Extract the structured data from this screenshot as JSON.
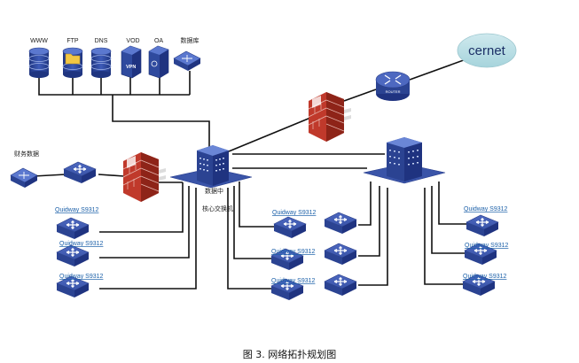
{
  "servers": [
    {
      "id": "www",
      "label": "WWW"
    },
    {
      "id": "ftp",
      "label": "FTP"
    },
    {
      "id": "dns",
      "label": "DNS"
    },
    {
      "id": "vod",
      "label": "VOD"
    },
    {
      "id": "oa",
      "label": "OA"
    },
    {
      "id": "db",
      "label": "数据库"
    }
  ],
  "cloud_label": "cernet",
  "router_label": "ROUTER",
  "finance_label": "财务数据",
  "core_label_1": "数据中",
  "core_label_2": "核心交换机",
  "switch_model": "Quidway S9312",
  "switch_brand": "QUIDWAY",
  "caption": "图 3. 网络拓扑规划图"
}
